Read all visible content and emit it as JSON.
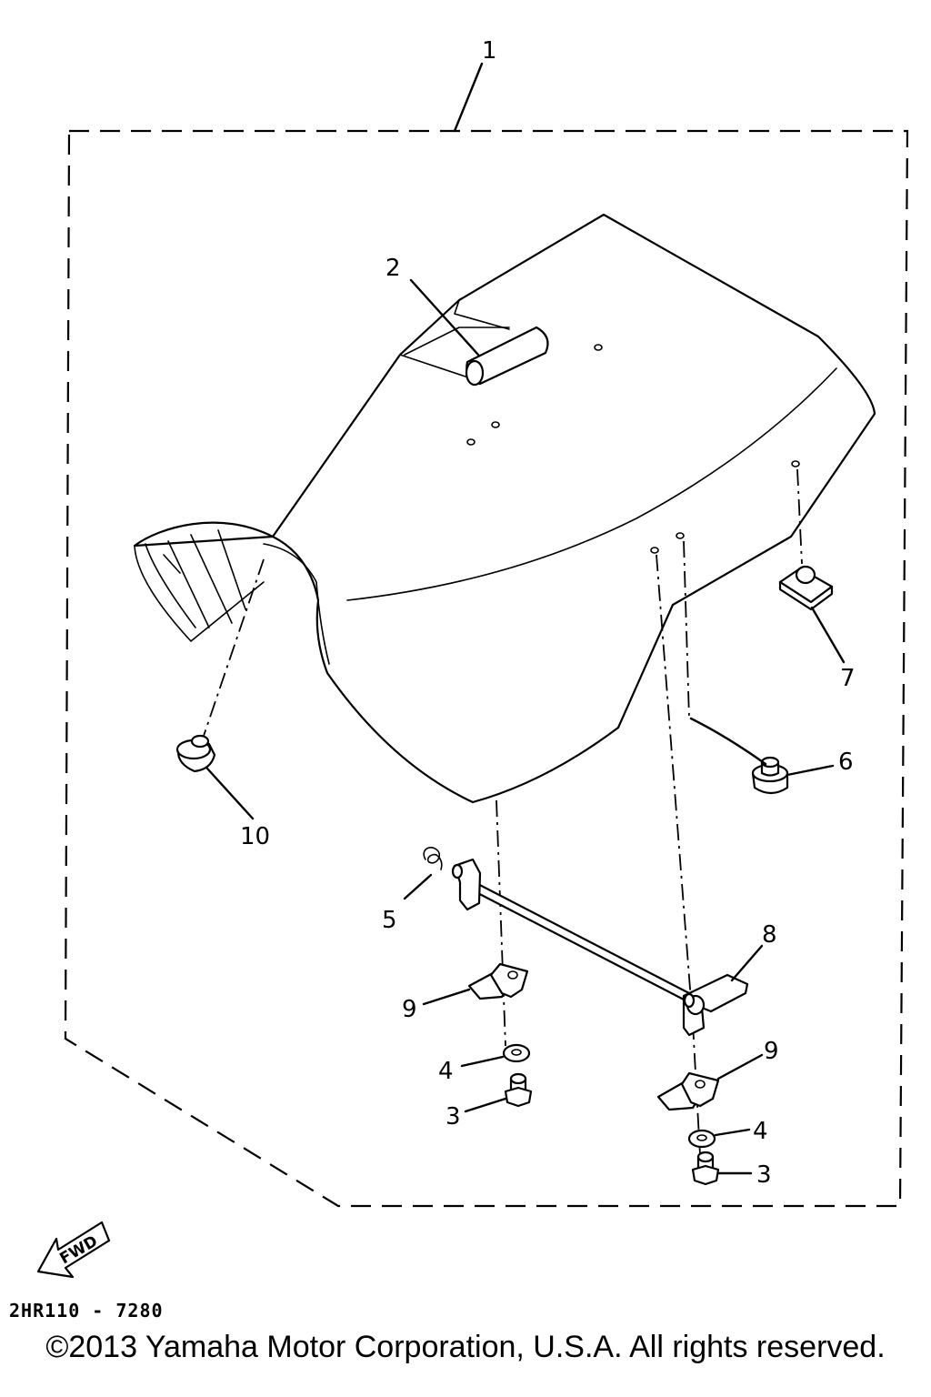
{
  "diagram": {
    "drawing_code": "2HR110 - 7280",
    "copyright": "©2013 Yamaha Motor Corporation, U.S.A. All rights reserved.",
    "direction_arrow": {
      "label": "FWD",
      "icon": "forward-arrow-icon"
    },
    "callouts": {
      "c1": "1",
      "c2": "2",
      "c3a": "3",
      "c3b": "3",
      "c4a": "4",
      "c4b": "4",
      "c5": "5",
      "c6": "6",
      "c7": "7",
      "c8": "8",
      "c9a": "9",
      "c9b": "9",
      "c10": "10"
    }
  }
}
